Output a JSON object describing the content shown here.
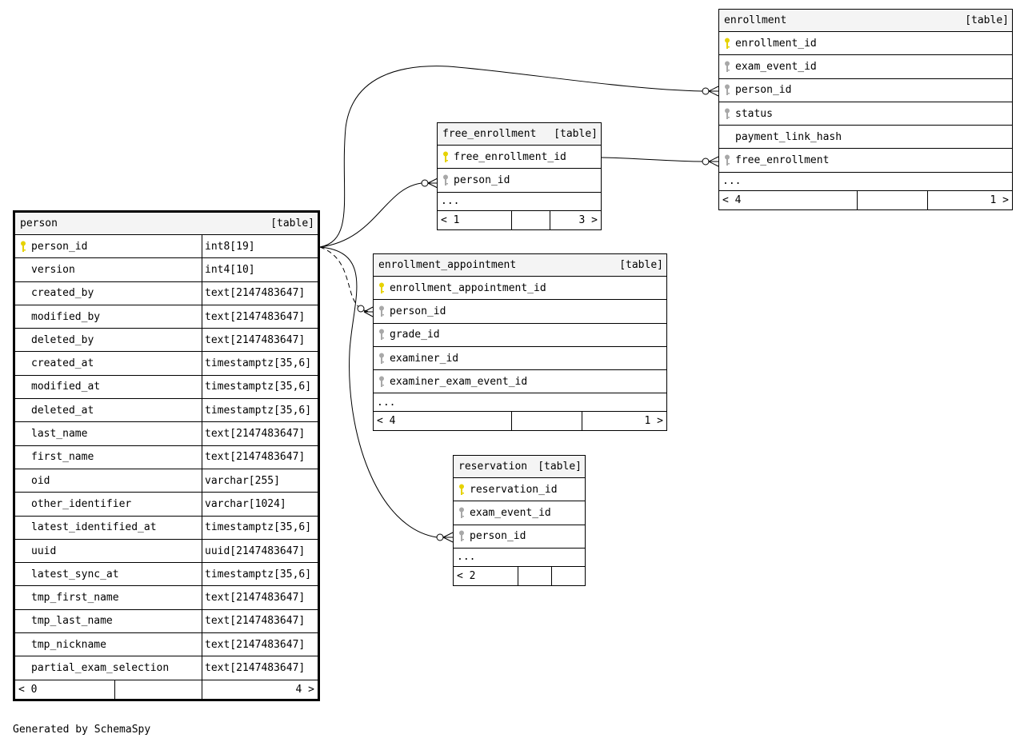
{
  "credit": "Generated by SchemaSpy",
  "colors": {
    "primary_key": "#e6d200",
    "foreign_key": "#a8a8a8",
    "header_bg": "#f4f4f4"
  },
  "tables": {
    "person": {
      "name": "person",
      "kind": "[table]",
      "columns": [
        {
          "name": "person_id",
          "type": "int8[19]",
          "key": "pk"
        },
        {
          "name": "version",
          "type": "int4[10]",
          "key": ""
        },
        {
          "name": "created_by",
          "type": "text[2147483647]",
          "key": ""
        },
        {
          "name": "modified_by",
          "type": "text[2147483647]",
          "key": ""
        },
        {
          "name": "deleted_by",
          "type": "text[2147483647]",
          "key": ""
        },
        {
          "name": "created_at",
          "type": "timestamptz[35,6]",
          "key": ""
        },
        {
          "name": "modified_at",
          "type": "timestamptz[35,6]",
          "key": ""
        },
        {
          "name": "deleted_at",
          "type": "timestamptz[35,6]",
          "key": ""
        },
        {
          "name": "last_name",
          "type": "text[2147483647]",
          "key": ""
        },
        {
          "name": "first_name",
          "type": "text[2147483647]",
          "key": ""
        },
        {
          "name": "oid",
          "type": "varchar[255]",
          "key": ""
        },
        {
          "name": "other_identifier",
          "type": "varchar[1024]",
          "key": ""
        },
        {
          "name": "latest_identified_at",
          "type": "timestamptz[35,6]",
          "key": ""
        },
        {
          "name": "uuid",
          "type": "uuid[2147483647]",
          "key": ""
        },
        {
          "name": "latest_sync_at",
          "type": "timestamptz[35,6]",
          "key": ""
        },
        {
          "name": "tmp_first_name",
          "type": "text[2147483647]",
          "key": ""
        },
        {
          "name": "tmp_last_name",
          "type": "text[2147483647]",
          "key": ""
        },
        {
          "name": "tmp_nickname",
          "type": "text[2147483647]",
          "key": ""
        },
        {
          "name": "partial_exam_selection",
          "type": "text[2147483647]",
          "key": ""
        }
      ],
      "footer": {
        "parents": "< 0",
        "mid": "",
        "children": "4 >"
      }
    },
    "enrollment": {
      "name": "enrollment",
      "kind": "[table]",
      "columns": [
        {
          "name": "enrollment_id",
          "key": "pk"
        },
        {
          "name": "exam_event_id",
          "key": "fk"
        },
        {
          "name": "person_id",
          "key": "fk"
        },
        {
          "name": "status",
          "key": "fk"
        },
        {
          "name": "payment_link_hash",
          "key": ""
        },
        {
          "name": "free_enrollment",
          "key": "fk"
        }
      ],
      "ellipsis": "...",
      "footer": {
        "parents": "< 4",
        "mid": "",
        "children": "1 >"
      }
    },
    "free_enrollment": {
      "name": "free_enrollment",
      "kind": "[table]",
      "columns": [
        {
          "name": "free_enrollment_id",
          "key": "pk"
        },
        {
          "name": "person_id",
          "key": "fk"
        }
      ],
      "ellipsis": "...",
      "footer": {
        "parents": "< 1",
        "mid": "",
        "children": "3 >"
      }
    },
    "enrollment_appointment": {
      "name": "enrollment_appointment",
      "kind": "[table]",
      "columns": [
        {
          "name": "enrollment_appointment_id",
          "key": "pk"
        },
        {
          "name": "person_id",
          "key": "fk"
        },
        {
          "name": "grade_id",
          "key": "fk"
        },
        {
          "name": "examiner_id",
          "key": "fk"
        },
        {
          "name": "examiner_exam_event_id",
          "key": "fk"
        }
      ],
      "ellipsis": "...",
      "footer": {
        "parents": "< 4",
        "mid": "",
        "children": "1 >"
      }
    },
    "reservation": {
      "name": "reservation",
      "kind": "[table]",
      "columns": [
        {
          "name": "reservation_id",
          "key": "pk"
        },
        {
          "name": "exam_event_id",
          "key": "fk"
        },
        {
          "name": "person_id",
          "key": "fk"
        }
      ],
      "ellipsis": "...",
      "footer": {
        "parents": "< 2",
        "mid": "",
        "children": ""
      }
    }
  }
}
